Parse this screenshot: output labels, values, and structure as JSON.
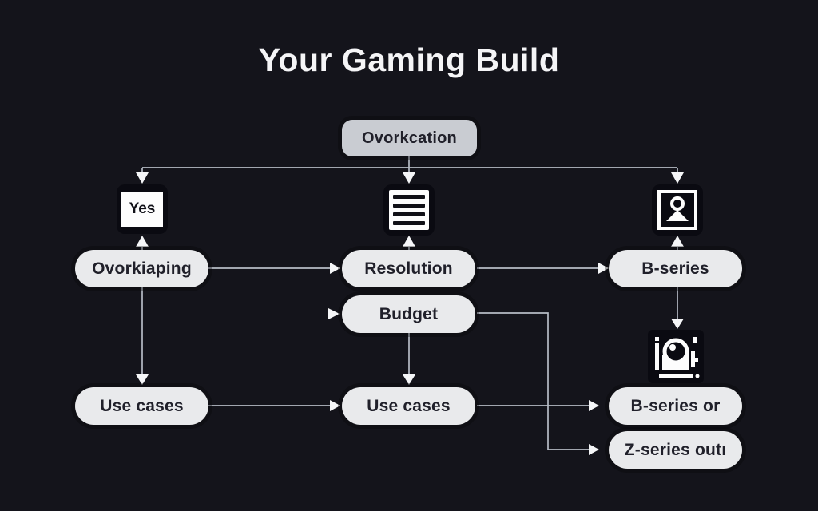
{
  "title": "Your Gaming Build",
  "colors": {
    "background": "#14141b",
    "title_text": "#f5f5f7",
    "root_fill": "#c9ccd2",
    "node_fill": "#e9eaec",
    "node_text": "#20202a",
    "line": "#b7bcc6",
    "arrow": "#f5f6f8",
    "icon_dark": "#0a0a11"
  },
  "flowchart": {
    "root": {
      "label": "Ovorkcation"
    },
    "icons": {
      "yes_box": {
        "label": "Yes"
      },
      "list": {
        "name": "list-icon"
      },
      "person": {
        "name": "person-icon"
      },
      "webcam": {
        "name": "webcam-icon"
      }
    },
    "nodes": {
      "overclocking": "Ovorkiaping",
      "resolution": "Resolution",
      "b_series": "B-series",
      "budget": "Budget",
      "use_cases_left": "Use cases",
      "use_cases_center": "Use cases",
      "b_series_or": "B-series or",
      "z_series_out": "Z-series outı"
    }
  }
}
